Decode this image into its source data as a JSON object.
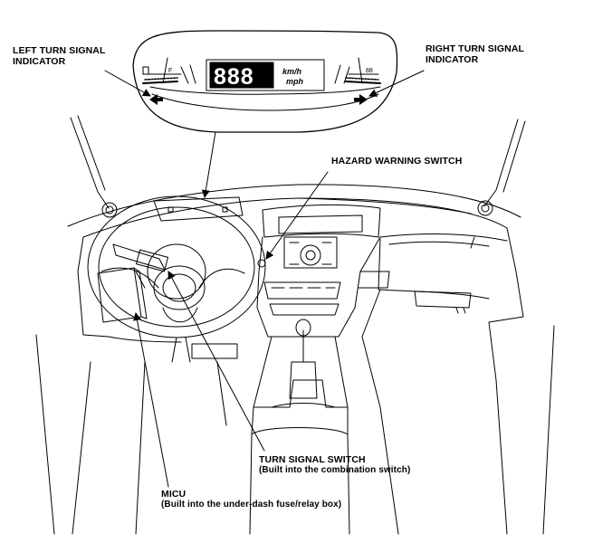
{
  "labels": {
    "left_turn": {
      "line1": "LEFT TURN SIGNAL",
      "line2": "INDICATOR"
    },
    "right_turn": {
      "line1": "RIGHT TURN SIGNAL",
      "line2": "INDICATOR"
    },
    "hazard": {
      "line1": "HAZARD WARNING SWITCH"
    },
    "turn_switch": {
      "line1": "TURN SIGNAL SWITCH",
      "line2": "(Built into the combination switch)"
    },
    "micu": {
      "line1": "MICU",
      "line2": "(Built into the under-dash fuse/relay box)"
    }
  },
  "gauge": {
    "speed_digits": "888",
    "unit_top": "km/h",
    "unit_bottom": "mph",
    "fuel_mark": "F",
    "odo_digits": "88"
  }
}
